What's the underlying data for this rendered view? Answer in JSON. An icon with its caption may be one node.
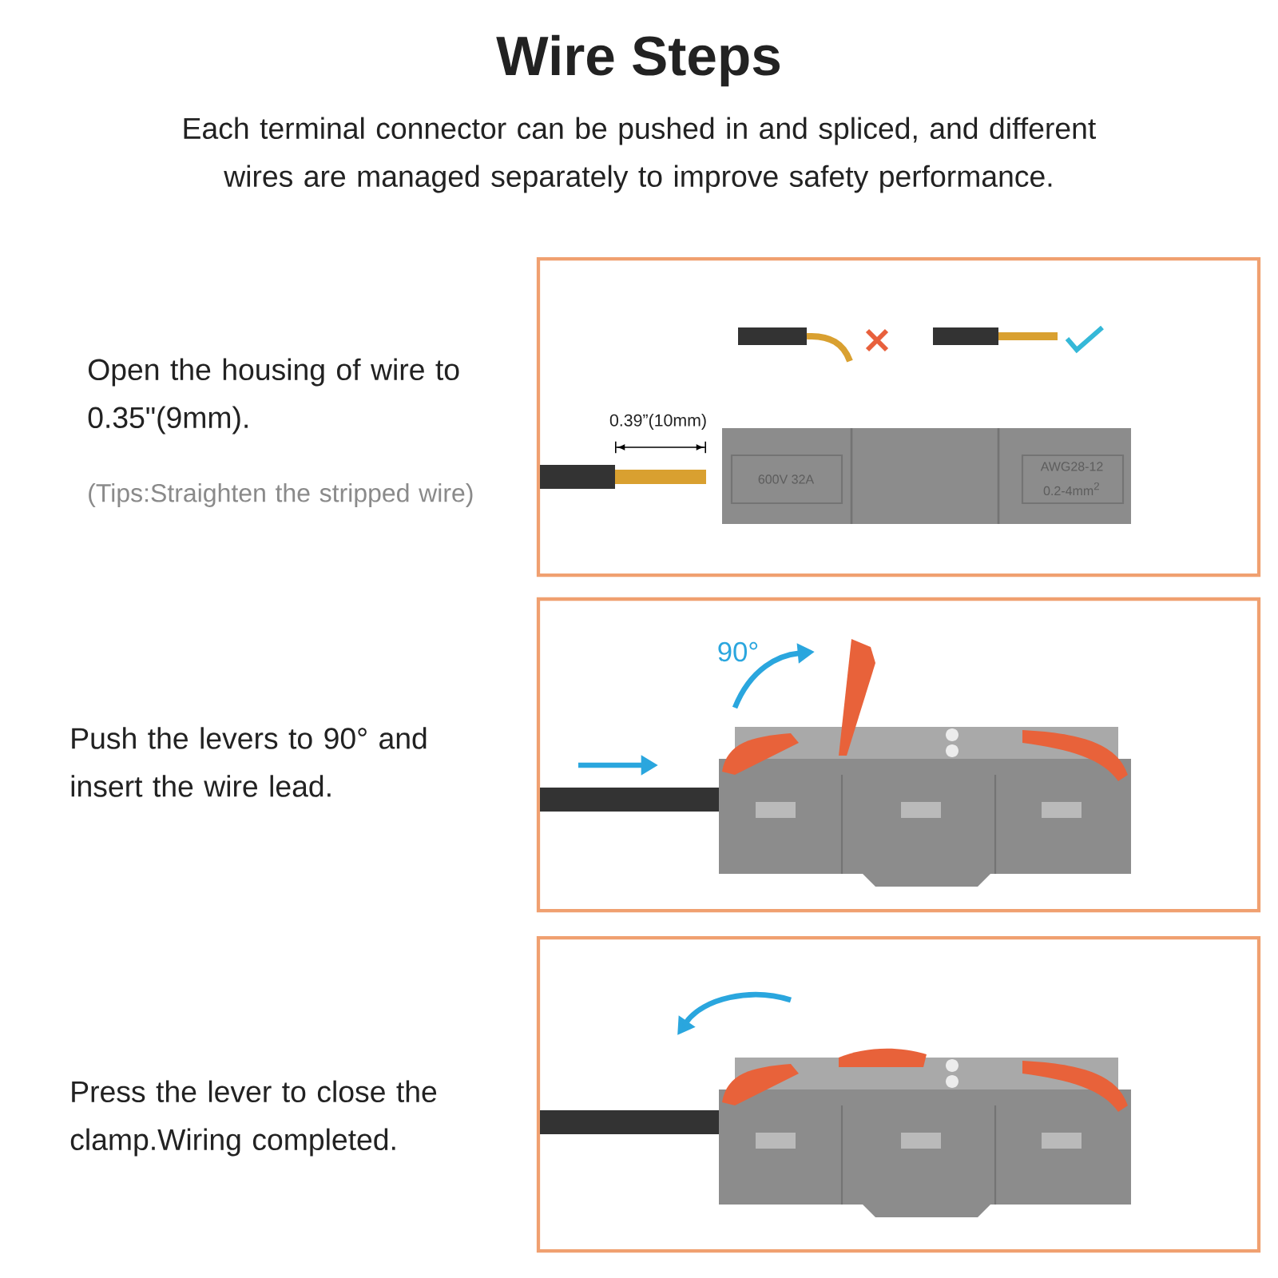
{
  "diagram": {
    "title": "Wire Steps",
    "caption": "Each terminal connector can be pushed in and spliced, and different wires are managed separately to improve safety performance.",
    "labels": [
      "Open the housing of wire to 0.35\"(9mm).",
      "0.39”(10mm)",
      "(Tips:Straighten the stripped wire)",
      "600V 32A",
      "AWG28-12",
      "0.2-4mm$^{2}$",
      "90°",
      "Push the levers to 90° and insert the wire lead.",
      "Press the lever to close the clamp.Wiring completed."
    ]
  }
}
